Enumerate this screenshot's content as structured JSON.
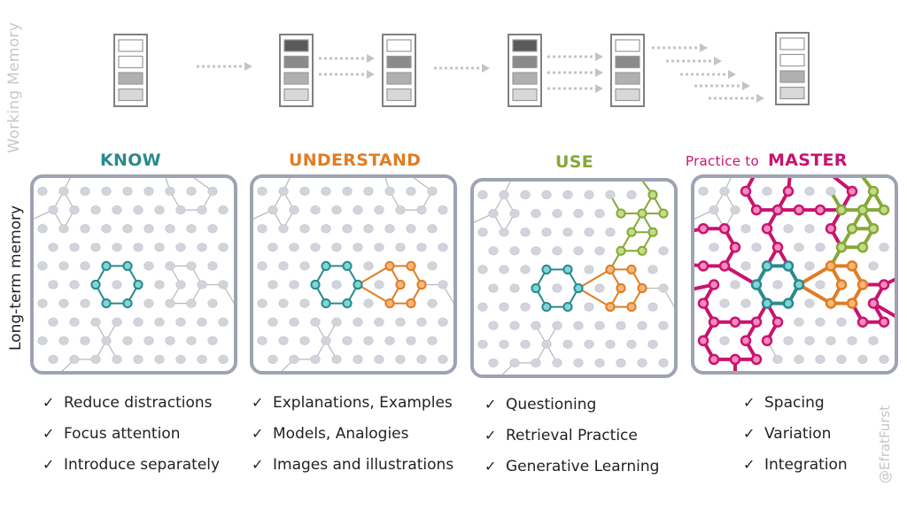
{
  "labels": {
    "working_memory": "Working Memory",
    "long_term_memory": "Long-term memory",
    "credit": "@EfratFurst"
  },
  "colors": {
    "know": "#2a8a8c",
    "understand": "#e07d24",
    "use": "#86a83a",
    "master": "#c8146e",
    "lattice": "#d2d4dc",
    "frame": "#9ea3b3",
    "arrow": "#c4c4c4"
  },
  "working_memory": {
    "stacks": [
      {
        "slots": [
          "empty",
          "empty",
          "medium",
          "light"
        ]
      },
      {
        "slots": [
          "dark",
          "darkmid",
          "medium",
          "light"
        ]
      },
      {
        "slots": [
          "empty",
          "darkmid",
          "medium",
          "light"
        ]
      },
      {
        "slots": [
          "dark",
          "darkmid",
          "medium",
          "light"
        ]
      },
      {
        "slots": [
          "empty",
          "darkmid",
          "medium",
          "light"
        ]
      },
      {
        "slots": [
          "empty",
          "empty",
          "medium",
          "light"
        ]
      }
    ],
    "arrow_groups": [
      1,
      2,
      1,
      3,
      5
    ]
  },
  "stages": [
    {
      "id": "know",
      "prefix": "",
      "title": "KNOW",
      "checklist": [
        "Reduce distractions",
        "Focus attention",
        "Introduce separately"
      ]
    },
    {
      "id": "understand",
      "prefix": "",
      "title": "UNDERSTAND",
      "checklist": [
        "Explanations, Examples",
        "Models, Analogies",
        "Images and illustrations"
      ]
    },
    {
      "id": "use",
      "prefix": "",
      "title": "USE",
      "checklist": [
        "Questioning",
        "Retrieval Practice",
        "Generative Learning"
      ]
    },
    {
      "id": "master",
      "prefix": "Practice to",
      "title": "MASTER",
      "checklist": [
        "Spacing",
        "Variation",
        "Integration"
      ]
    }
  ],
  "check_symbol": "✓"
}
